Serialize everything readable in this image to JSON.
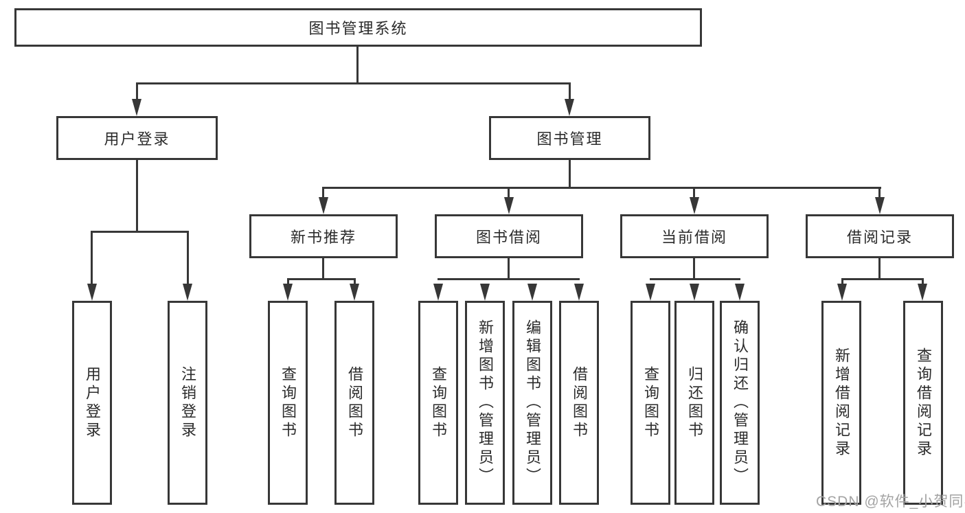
{
  "diagram": {
    "type": "org-hierarchy",
    "colors": {
      "line": "#373737",
      "text": "#2b2b2b",
      "background": "#ffffff",
      "watermark": "#a3a3a3"
    },
    "tree": {
      "root": {
        "label": "图书管理系统"
      },
      "children": [
        {
          "label": "用户登录",
          "children": [
            {
              "label": "用户登录"
            },
            {
              "label": "注销登录"
            }
          ]
        },
        {
          "label": "图书管理",
          "children": [
            {
              "label": "新书推荐",
              "children": [
                {
                  "label": "查询图书"
                },
                {
                  "label": "借阅图书"
                }
              ]
            },
            {
              "label": "图书借阅",
              "children": [
                {
                  "label": "查询图书"
                },
                {
                  "label": "新增图书（管理员）"
                },
                {
                  "label": "编辑图书（管理员）"
                },
                {
                  "label": "借阅图书"
                }
              ]
            },
            {
              "label": "当前借阅",
              "children": [
                {
                  "label": "查询图书"
                },
                {
                  "label": "归还图书"
                },
                {
                  "label": "确认归还（管理员）"
                }
              ]
            },
            {
              "label": "借阅记录",
              "children": [
                {
                  "label": "新增借阅记录"
                },
                {
                  "label": "查询借阅记录"
                }
              ]
            }
          ]
        }
      ]
    },
    "watermark": "CSDN @软件_小贺同学"
  }
}
